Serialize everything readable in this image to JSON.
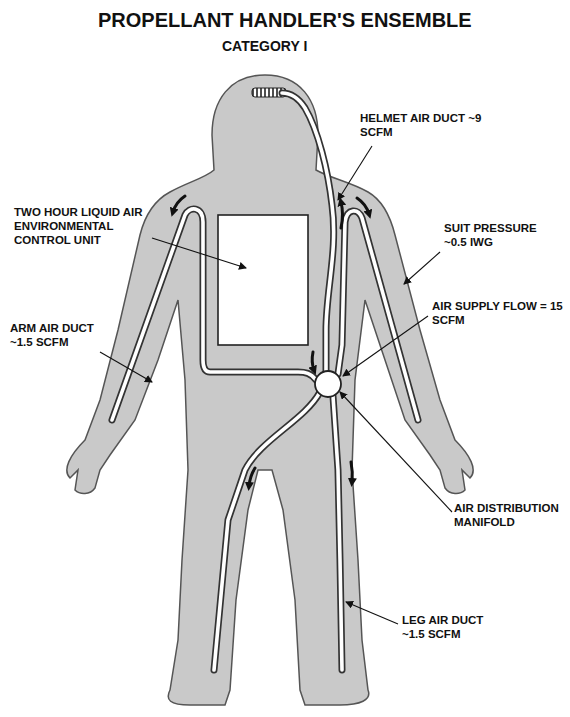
{
  "diagram": {
    "title": "PROPELLANT HANDLER'S ENSEMBLE",
    "labels": [
      "CATEGORY I",
      "HELMET AIR DUCT ~9 SCFM",
      "TWO HOUR LIQUID AIR ENVIRONMENTAL CONTROL UNIT",
      "SUIT PRESSURE ~0.5 IWG",
      "ARM AIR DUCT ~1.5 SCFM",
      "AIR SUPPLY FLOW = 15 SCFM",
      "AIR DISTRIBUTION MANIFOLD",
      "LEG AIR DUCT ~1.5 SCFM"
    ]
  }
}
